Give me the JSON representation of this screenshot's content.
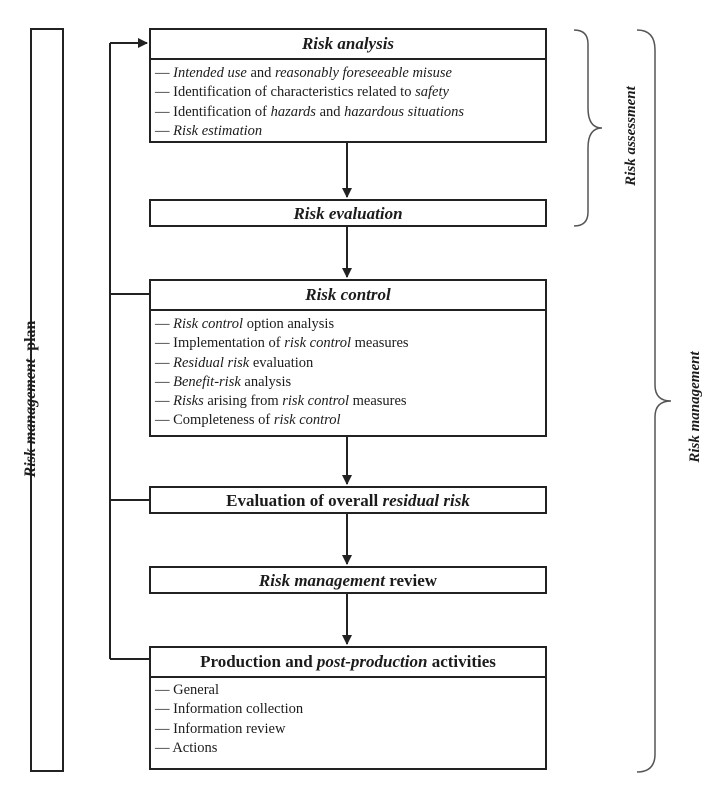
{
  "plan_label": {
    "part1": "Risk management",
    "part2": "plan"
  },
  "risk_analysis": {
    "title": "Risk analysis",
    "items": [
      [
        {
          "t": "— ",
          "i": false
        },
        {
          "t": "Intended use",
          "i": true
        },
        {
          "t": " and ",
          "i": false
        },
        {
          "t": "reasonably foreseeable misuse",
          "i": true
        }
      ],
      [
        {
          "t": "— Identification of characteristics related to ",
          "i": false
        },
        {
          "t": "safety",
          "i": true
        }
      ],
      [
        {
          "t": "— Identification of ",
          "i": false
        },
        {
          "t": "hazards",
          "i": true
        },
        {
          "t": " and ",
          "i": false
        },
        {
          "t": "hazardous situations",
          "i": true
        }
      ],
      [
        {
          "t": "— ",
          "i": false
        },
        {
          "t": "Risk estimation",
          "i": true
        }
      ]
    ]
  },
  "risk_evaluation": {
    "title": "Risk evaluation"
  },
  "risk_control": {
    "title": "Risk control",
    "items": [
      [
        {
          "t": "— ",
          "i": false
        },
        {
          "t": "Risk control",
          "i": true
        },
        {
          "t": " option analysis",
          "i": false
        }
      ],
      [
        {
          "t": "— Implementation of ",
          "i": false
        },
        {
          "t": "risk control",
          "i": true
        },
        {
          "t": " measures",
          "i": false
        }
      ],
      [
        {
          "t": "— ",
          "i": false
        },
        {
          "t": "Residual risk",
          "i": true
        },
        {
          "t": " evaluation",
          "i": false
        }
      ],
      [
        {
          "t": "— ",
          "i": false
        },
        {
          "t": "Benefit-risk",
          "i": true
        },
        {
          "t": " analysis",
          "i": false
        }
      ],
      [
        {
          "t": "— ",
          "i": false
        },
        {
          "t": "Risks",
          "i": true
        },
        {
          "t": " arising from ",
          "i": false
        },
        {
          "t": "risk control",
          "i": true
        },
        {
          "t": " measures",
          "i": false
        }
      ],
      [
        {
          "t": "— Completeness of ",
          "i": false
        },
        {
          "t": "risk control",
          "i": true
        }
      ]
    ]
  },
  "overall_residual": {
    "part1": "Evaluation of overall ",
    "part2": "residual risk"
  },
  "mgmt_review": {
    "part1": "Risk management",
    "part2": " review"
  },
  "production": {
    "title_part1": "Production and ",
    "title_part2": "post-production",
    "title_part3": " activities",
    "items": [
      [
        {
          "t": "— General",
          "i": false
        }
      ],
      [
        {
          "t": "— Information collection",
          "i": false
        }
      ],
      [
        {
          "t": "— Information review",
          "i": false
        }
      ],
      [
        {
          "t": "— Actions",
          "i": false
        }
      ]
    ]
  },
  "brace_labels": {
    "assessment": "Risk assessment",
    "management": "Risk management"
  }
}
